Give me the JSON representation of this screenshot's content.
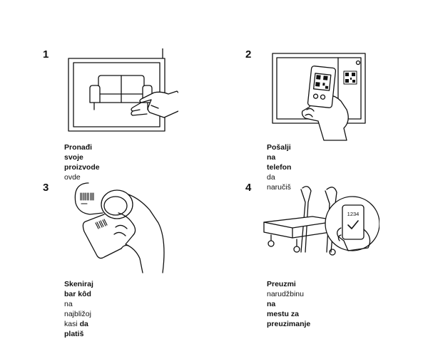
{
  "steps": [
    {
      "number": "1",
      "caption": [
        {
          "text": "Pronađi svoje proizvode",
          "bold": true
        },
        {
          "text": " ovde",
          "bold": false
        }
      ],
      "icon": "tv-screen-sofa-touch-icon"
    },
    {
      "number": "2",
      "caption": [
        {
          "text": "Pošalji na telefon",
          "bold": true
        },
        {
          "text": " da naručiš",
          "bold": false
        }
      ],
      "icon": "phone-scan-qr-icon"
    },
    {
      "number": "3",
      "caption": [
        {
          "text": "Skeniraj bar kôd",
          "bold": true
        },
        {
          "text": " na",
          "bold": false
        },
        {
          "br": true
        },
        {
          "text": "najbližoj kasi ",
          "bold": false
        },
        {
          "text": "da platiš",
          "bold": true
        }
      ],
      "icon": "barcode-scanner-phone-icon"
    },
    {
      "number": "4",
      "caption": [
        {
          "text": "Preuzmi",
          "bold": true
        },
        {
          "text": " narudžbinu ",
          "bold": false
        },
        {
          "text": "na",
          "bold": true
        },
        {
          "br": true
        },
        {
          "text": "mestu za preuzimanje",
          "bold": true
        }
      ],
      "icon": "trolley-phone-check-icon",
      "phone_code": "1234"
    }
  ]
}
